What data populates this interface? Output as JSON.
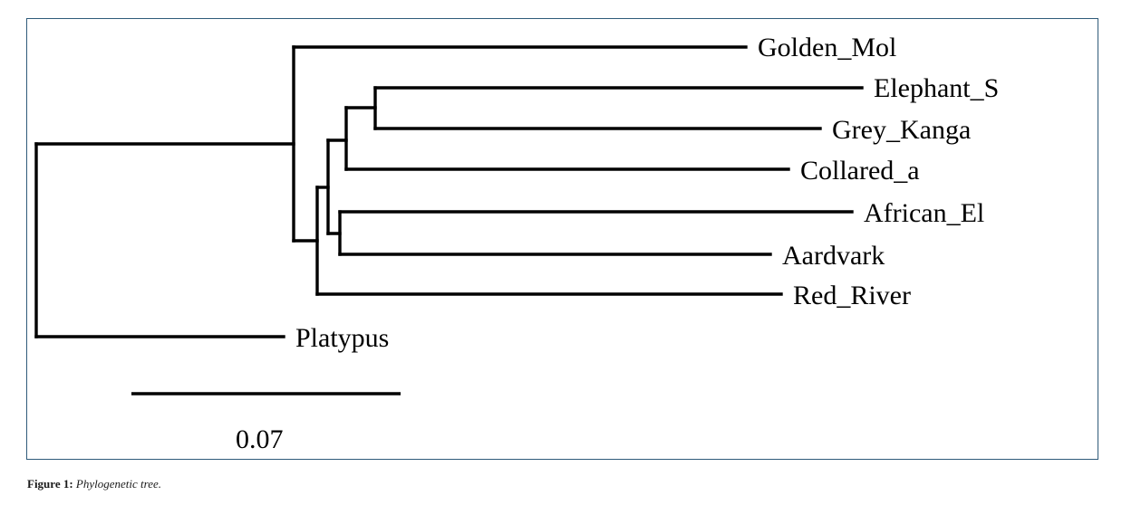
{
  "tree": {
    "taxa": [
      {
        "id": "golden",
        "label": "Golden_Mol"
      },
      {
        "id": "elephant",
        "label": "Elephant_S"
      },
      {
        "id": "grey",
        "label": "Grey_Kanga"
      },
      {
        "id": "collared",
        "label": "Collared_a"
      },
      {
        "id": "african",
        "label": "African_El"
      },
      {
        "id": "aardvark",
        "label": "Aardvark"
      },
      {
        "id": "redriver",
        "label": "Red_River"
      },
      {
        "id": "platypus",
        "label": "Platypus"
      }
    ],
    "scale_bar": {
      "value": 0.07,
      "label": "0.07"
    }
  },
  "caption": {
    "label": "Figure 1:",
    "text": "Phylogenetic tree."
  },
  "colors": {
    "frame_border": "#2f5b7a",
    "branch": "#000000"
  }
}
